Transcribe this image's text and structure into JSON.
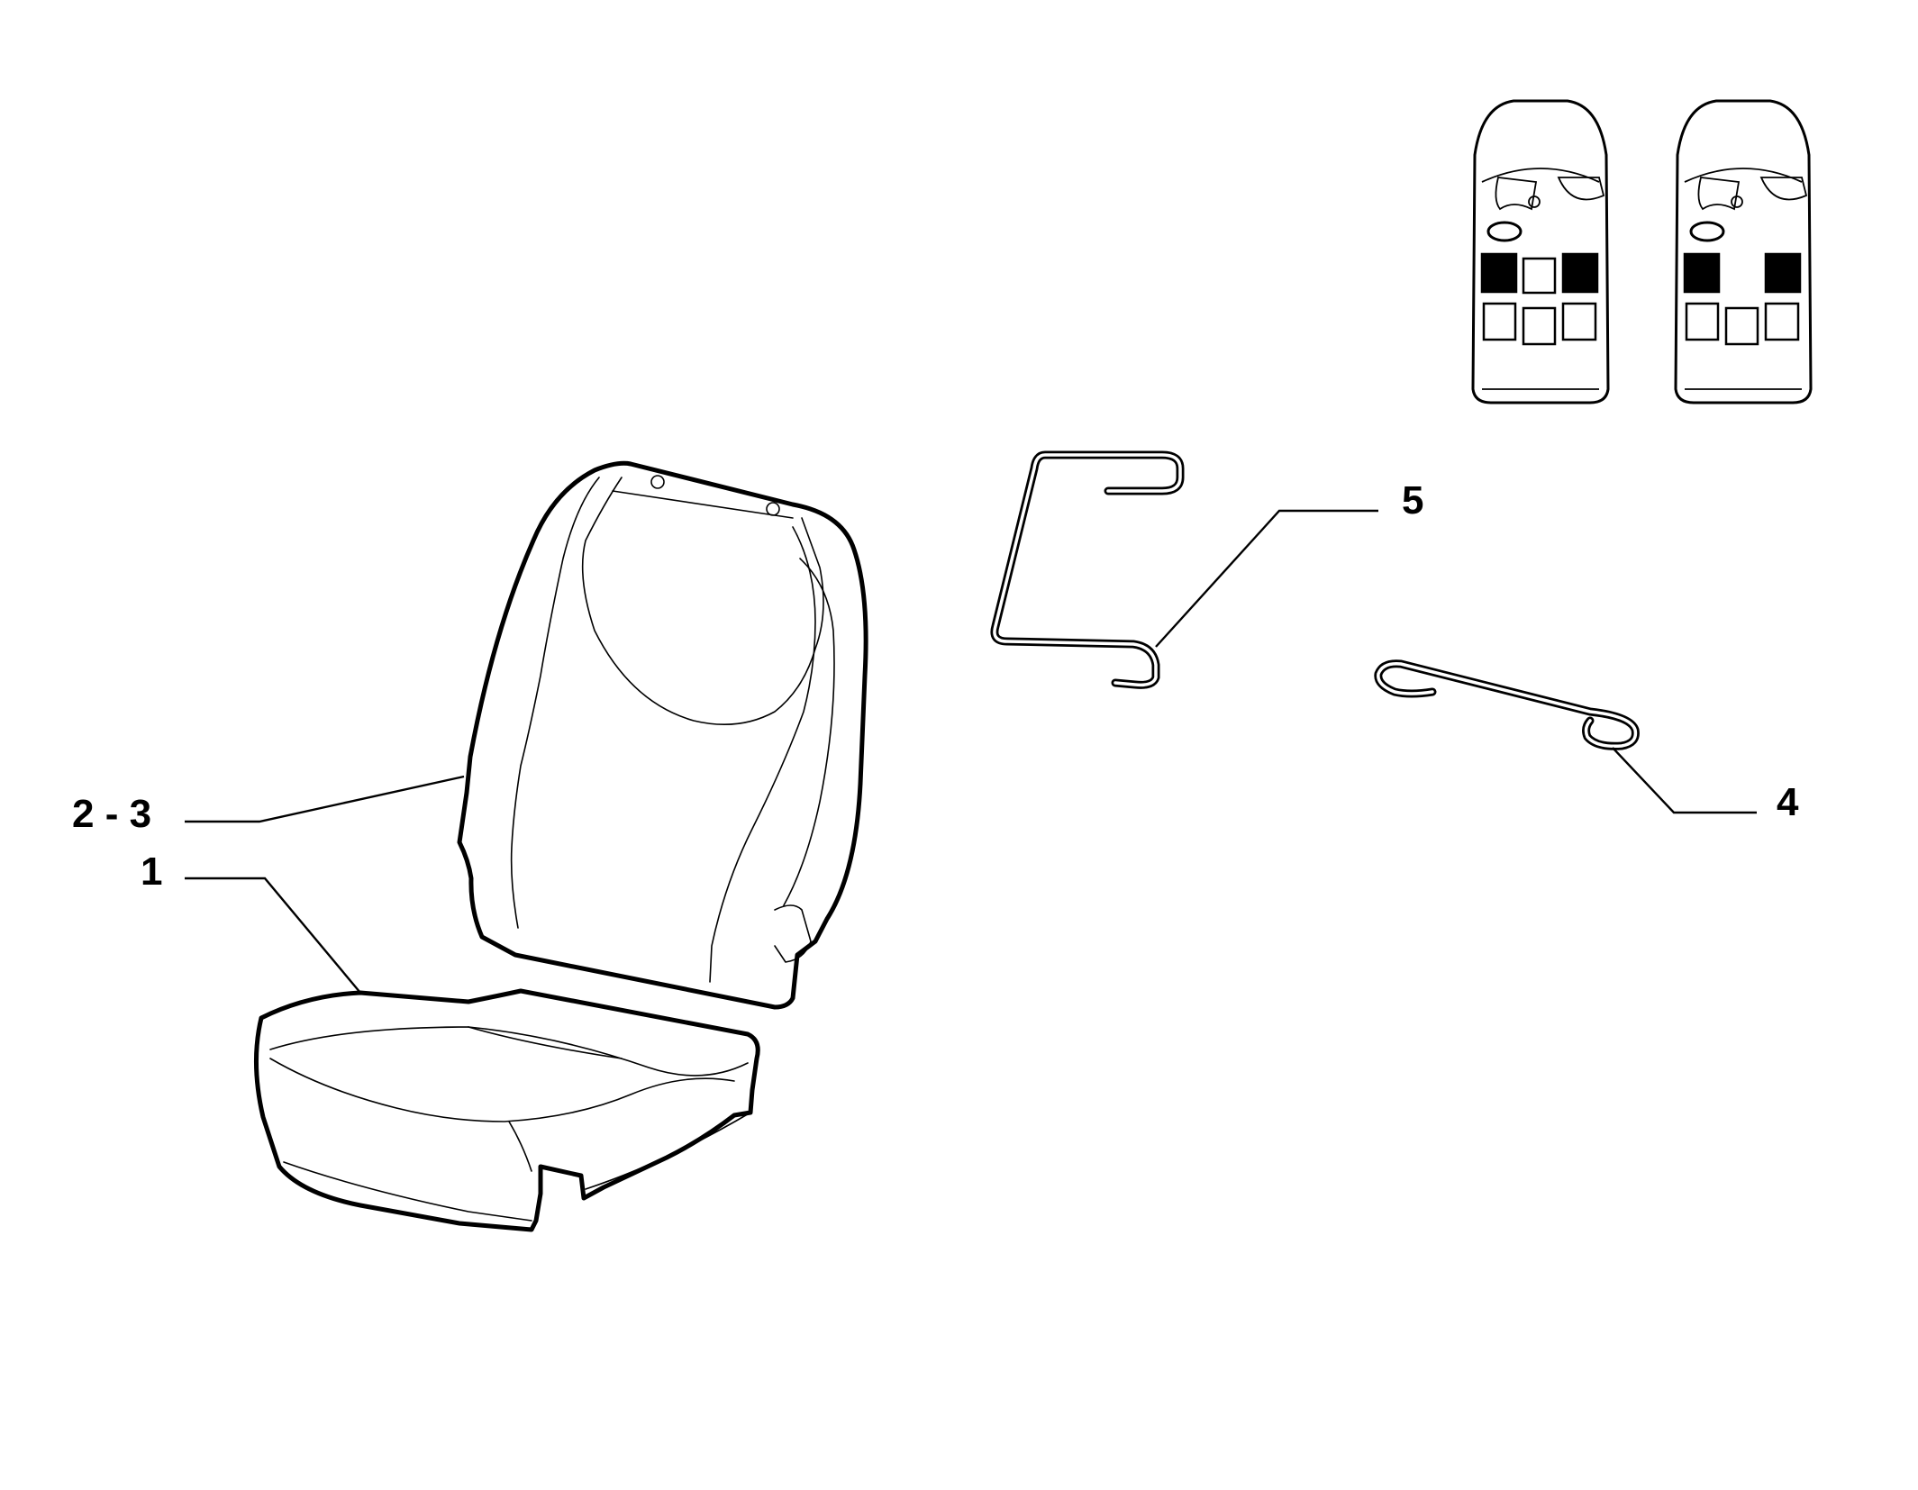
{
  "callouts": [
    {
      "id": "c23",
      "label": "2 - 3"
    },
    {
      "id": "c1",
      "label": "1"
    },
    {
      "id": "c5",
      "label": "5"
    },
    {
      "id": "c4",
      "label": "4"
    }
  ],
  "locator_views": [
    {
      "name": "left",
      "seats": {
        "row1": [
          "filled",
          "empty",
          "filled"
        ],
        "row2": [
          "empty",
          "empty",
          "empty"
        ]
      }
    },
    {
      "name": "right",
      "seats": {
        "row1": [
          "filled",
          "none",
          "filled"
        ],
        "row2": [
          "empty",
          "empty",
          "empty"
        ]
      }
    }
  ],
  "colors": {
    "line": "#000000",
    "background": "#ffffff"
  }
}
